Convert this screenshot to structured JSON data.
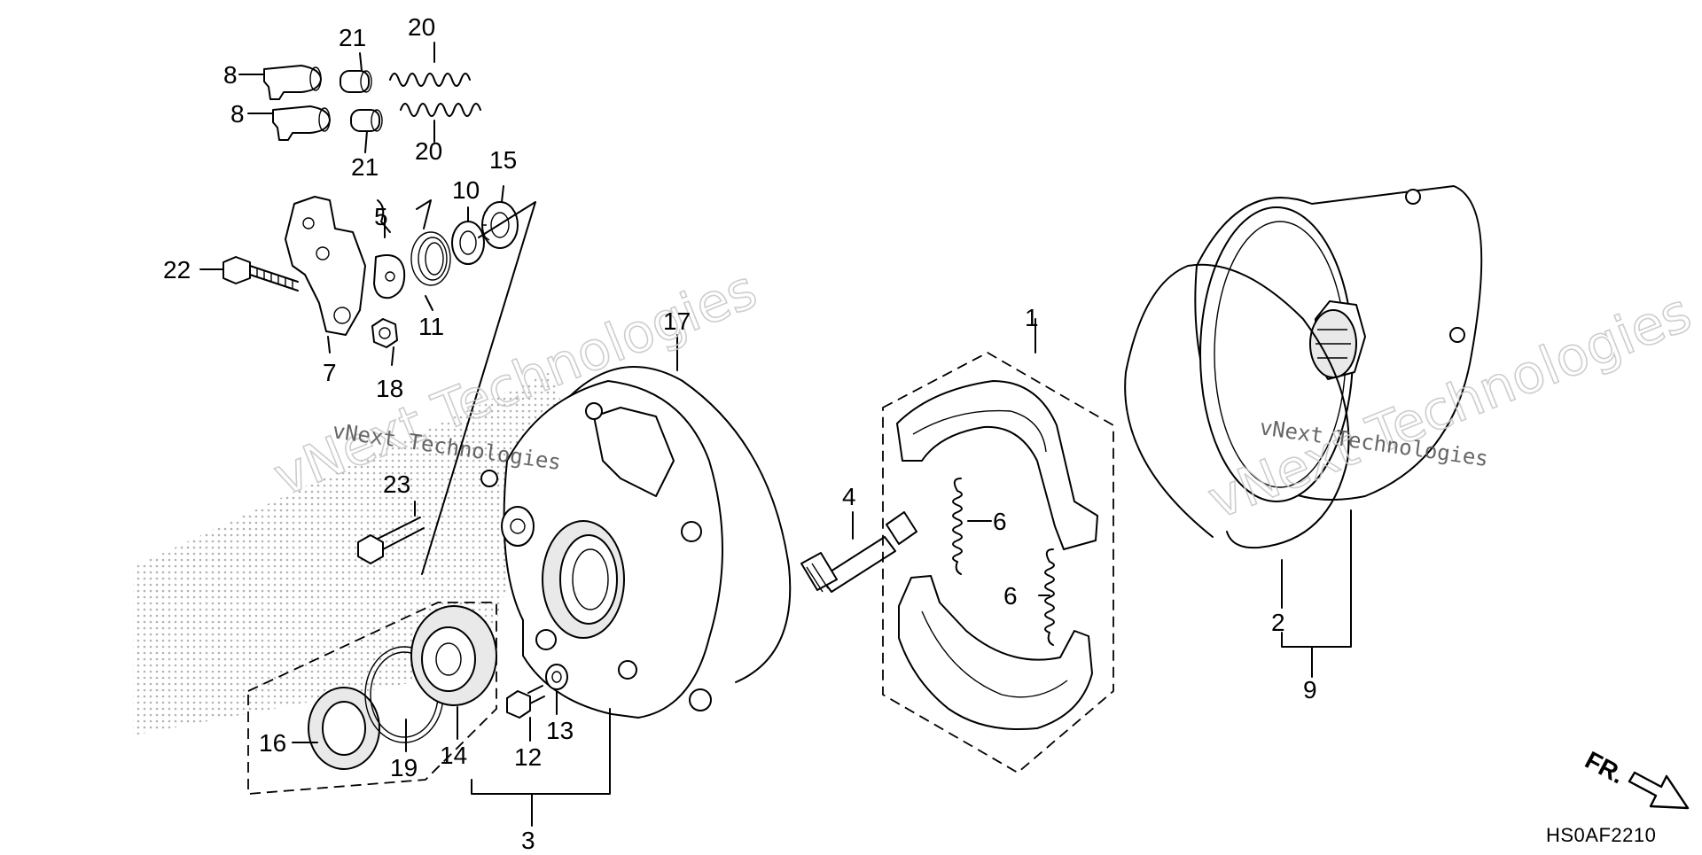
{
  "callouts": {
    "p1": "1",
    "p2": "2",
    "p3": "3",
    "p4": "4",
    "p5": "5",
    "p6a": "6",
    "p6b": "6",
    "p7": "7",
    "p8a": "8",
    "p8b": "8",
    "p9": "9",
    "p10": "10",
    "p11": "11",
    "p12": "12",
    "p13": "13",
    "p14": "14",
    "p15": "15",
    "p16": "16",
    "p17": "17",
    "p18": "18",
    "p19": "19",
    "p20a": "20",
    "p20b": "20",
    "p21a": "21",
    "p21b": "21",
    "p22": "22",
    "p23": "23"
  },
  "front_indicator": "FR.",
  "diagram_code": "HS0AF2210",
  "watermark": {
    "large": "vNext Technologies",
    "small": "vNext Technologies"
  },
  "icons": {
    "front_arrow": "arrow-down-right-icon"
  }
}
